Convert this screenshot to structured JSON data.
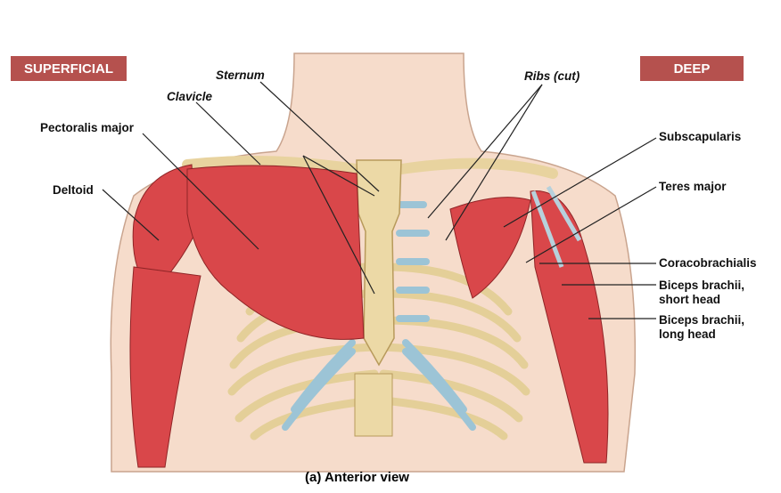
{
  "badges": {
    "left": "SUPERFICIAL",
    "right": "DEEP"
  },
  "labels": {
    "sternum": "Sternum",
    "clavicle": "Clavicle",
    "pectoralis_major": "Pectoralis major",
    "deltoid": "Deltoid",
    "ribs_cut": "Ribs (cut)",
    "subscapularis": "Subscapularis",
    "teres_major": "Teres major",
    "coracobrachialis": "Coracobrachialis",
    "biceps_short_1": "Biceps brachii,",
    "biceps_short_2": "short head",
    "biceps_long_1": "Biceps brachii,",
    "biceps_long_2": "long head"
  },
  "caption": "(a) Anterior view",
  "colors": {
    "badge": "#b5514e",
    "muscle": "#d9474a",
    "bone": "#ecd9a6",
    "cartilage": "#9cc4d6",
    "skin": "#f6dccb"
  }
}
